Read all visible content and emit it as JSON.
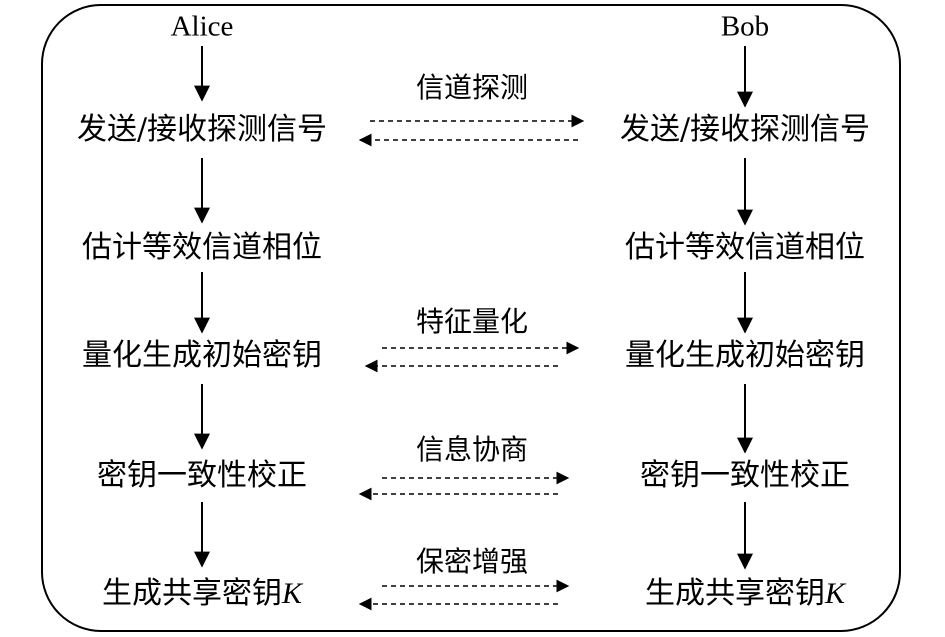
{
  "parties": {
    "left": "Alice",
    "right": "Bob"
  },
  "steps": {
    "s1": "发送/接收探测信号",
    "s2": "估计等效信道相位",
    "s3": "量化生成初始密钥",
    "s4": "密钥一致性校正",
    "s5_text": "生成共享密钥",
    "s5_var": "K"
  },
  "exchanges": {
    "e1": "信道探测",
    "e2": "特征量化",
    "e3": "信息协商",
    "e4": "保密增强"
  }
}
